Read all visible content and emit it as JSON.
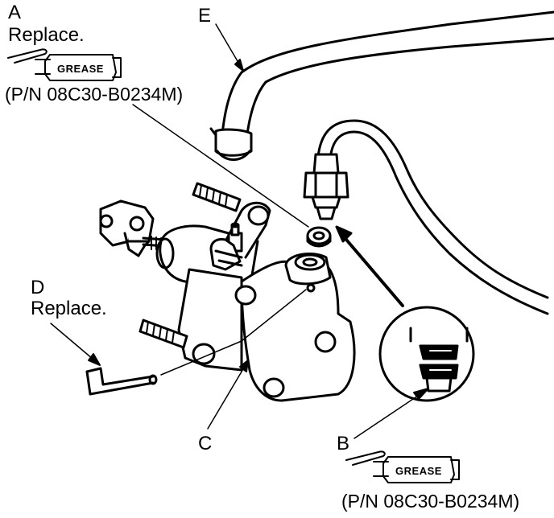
{
  "callouts": {
    "a": {
      "letter": "A",
      "note": "Replace.",
      "part_number": "(P/N 08C30-B0234M)"
    },
    "b": {
      "letter": "B",
      "part_number": "(P/N 08C30-B0234M)"
    },
    "c": {
      "letter": "C"
    },
    "d": {
      "letter": "D",
      "note": "Replace."
    },
    "e": {
      "letter": "E"
    }
  },
  "grease_tube": {
    "label": "GREASE",
    "icon": "grease-tube-icon"
  },
  "colors": {
    "ink": "#000000",
    "paper": "#ffffff"
  }
}
